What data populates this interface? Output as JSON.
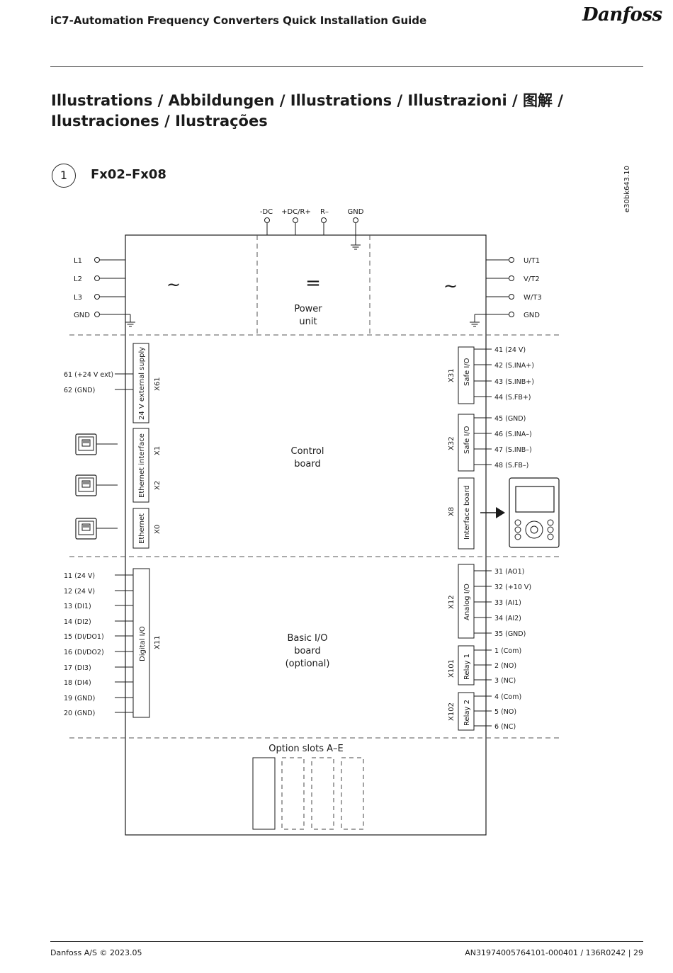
{
  "header": {
    "title": "iC7-Automation Frequency Converters Quick Installation Guide",
    "logo_text": "Danfoss"
  },
  "section_title": "Illustrations / Abbildungen / Illustrations / Illustrazioni / 图解 / Ilustraciones / Ilustrações",
  "figure": {
    "number": "1",
    "title": "Fx02–Fx08",
    "code": "e30bk643.10"
  },
  "diagram": {
    "dc_terminals": [
      "-DC",
      "+DC/R+",
      "R–",
      "GND"
    ],
    "input_terminals": [
      "L1",
      "L2",
      "L3",
      "GND"
    ],
    "output_terminals": [
      "U/T1",
      "V/T2",
      "W/T3",
      "GND"
    ],
    "power_unit": {
      "input_symbol": "~",
      "dc_symbol": "=",
      "output_symbol": "~",
      "label_line1": "Power",
      "label_line2": "unit"
    },
    "control_board": {
      "label_line1": "Control",
      "label_line2": "board",
      "x61": {
        "name": "24 V external supply",
        "id": "X61",
        "terminals": [
          "61  (+24 V ext)",
          "62  (GND)"
        ]
      },
      "ethernet_interface": {
        "name": "Ethernet interface",
        "ids": [
          "X1",
          "X2"
        ]
      },
      "ethernet": {
        "name": "Ethernet",
        "id": "X0"
      },
      "x31": {
        "name": "Safe I/O",
        "id": "X31",
        "terminals": [
          "41  (24 V)",
          "42  (S.INA+)",
          "43  (S.INB+)",
          "44  (S.FB+)"
        ]
      },
      "x32": {
        "name": "Safe I/O",
        "id": "X32",
        "terminals": [
          "45  (GND)",
          "46  (S.INA–)",
          "47  (S.INB–)",
          "48  (S.FB–)"
        ]
      },
      "x8": {
        "name": "Interface board",
        "id": "X8"
      }
    },
    "basic_io": {
      "label_line1": "Basic I/O",
      "label_line2": "board",
      "label_line3": "(optional)",
      "x11": {
        "name": "Digital I/O",
        "id": "X11",
        "terminals": [
          "11  (24 V)",
          "12  (24 V)",
          "13  (DI1)",
          "14  (DI2)",
          "15  (DI/DO1)",
          "16  (DI/DO2)",
          "17  (DI3)",
          "18  (DI4)",
          "19  (GND)",
          "20  (GND)"
        ]
      },
      "x12": {
        "name": "Analog I/O",
        "id": "X12",
        "terminals": [
          "31  (AO1)",
          "32  (+10 V)",
          "33  (AI1)",
          "34  (AI2)",
          "35  (GND)"
        ]
      },
      "x101": {
        "name": "Relay 1",
        "id": "X101",
        "terminals": [
          "1 (Com)",
          "2  (NO)",
          "3  (NC)"
        ]
      },
      "x102": {
        "name": "Relay 2",
        "id": "X102",
        "terminals": [
          "4 (Com)",
          "5  (NO)",
          "6  (NC)"
        ]
      }
    },
    "option_slots_label": "Option slots A–E"
  },
  "footer": {
    "left": "Danfoss A/S © 2023.05",
    "right": "AN31974005764101-000401 / 136R0242 | 29"
  }
}
